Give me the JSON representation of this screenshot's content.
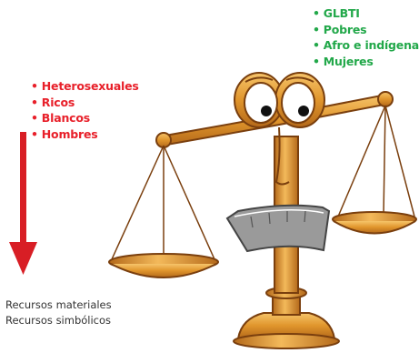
{
  "privileged_groups": [
    "Heterosexuales",
    "Ricos",
    "Blancos",
    "Hombres"
  ],
  "disadvantaged_groups": [
    "GLBTI",
    "Pobres",
    "Afro e indígenas",
    "Mujeres"
  ],
  "resources": {
    "material": "Recursos materiales",
    "symbolic": "Recursos simbólicos"
  },
  "colors": {
    "privileged_text": "#e8202a",
    "disadvantaged_text": "#22a84a",
    "arrow": "#d81e25",
    "scale_gold": "#e0952c",
    "scale_dark": "#8a4a12",
    "mouth_gray": "#9a9a9a"
  },
  "icons": {
    "scale": "balance-scale-character-icon",
    "arrow": "down-arrow-icon"
  }
}
